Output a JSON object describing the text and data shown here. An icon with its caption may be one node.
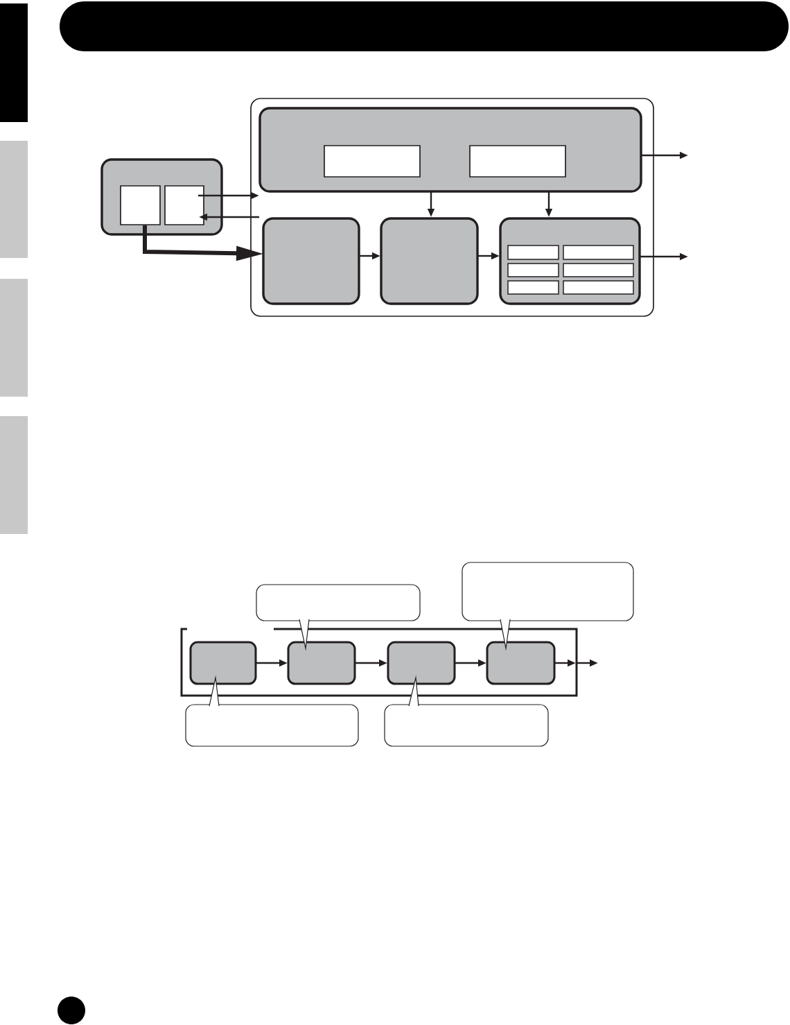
{
  "diagram": {
    "nodes": [
      {
        "text": [],
        "shape": "box"
      },
      {
        "text": [],
        "shape": "box",
        "in": 0
      },
      {
        "text": [],
        "shape": "box",
        "in": 0
      },
      {
        "text": [],
        "shape": "box"
      },
      {
        "text": [],
        "shape": "box",
        "in": 3
      },
      {
        "text": [],
        "shape": "box",
        "in": 4
      },
      {
        "text": [],
        "shape": "box",
        "in": 4
      },
      {
        "text": [],
        "shape": "box",
        "in": 3
      },
      {
        "text": [],
        "shape": "box",
        "in": 3
      },
      {
        "text": [],
        "shape": "box",
        "in": 3
      },
      {
        "text": [],
        "shape": "box",
        "in": 9
      },
      {
        "text": [],
        "shape": "box",
        "in": 9
      },
      {
        "text": [],
        "shape": "box",
        "in": 9
      },
      {
        "text": [],
        "shape": "box",
        "in": 9
      },
      {
        "text": [],
        "shape": "box",
        "in": 9
      },
      {
        "text": [],
        "shape": "box",
        "in": 9
      },
      {
        "text": [],
        "shape": "callout"
      },
      {
        "text": [],
        "shape": "callout"
      },
      {
        "text": [],
        "shape": "bracket"
      },
      {
        "text": [],
        "shape": "box",
        "in": 18
      },
      {
        "text": [],
        "shape": "box",
        "in": 18
      },
      {
        "text": [],
        "shape": "box",
        "in": 18
      },
      {
        "text": [],
        "shape": "box",
        "in": 18
      },
      {
        "text": [],
        "shape": "callout"
      },
      {
        "text": [],
        "shape": "callout"
      },
      {
        "text": [],
        "shape": "bar"
      },
      {
        "text": [],
        "shape": "tab"
      },
      {
        "text": [],
        "shape": "tab"
      },
      {
        "text": [],
        "shape": "tab"
      },
      {
        "text": [],
        "shape": "tab"
      }
    ],
    "edges": [
      {
        "from": 2,
        "to": 3,
        "arrow": "to"
      },
      {
        "from": 3,
        "to": 2,
        "arrow": "to"
      },
      {
        "from": 1,
        "to": 7,
        "arrow": "to",
        "style": "thick"
      },
      {
        "from": 4,
        "to": 8,
        "arrow": "to"
      },
      {
        "from": 4,
        "to": 9,
        "arrow": "to"
      },
      {
        "from": 7,
        "to": 8,
        "arrow": "to"
      },
      {
        "from": 8,
        "to": 9,
        "arrow": "to"
      },
      {
        "from": 4,
        "to": null,
        "arrow": "to"
      },
      {
        "from": 9,
        "to": null,
        "arrow": "to"
      },
      {
        "from": 19,
        "to": 20,
        "arrow": "to"
      },
      {
        "from": 20,
        "to": 21,
        "arrow": "to"
      },
      {
        "from": 21,
        "to": 22,
        "arrow": "to"
      },
      {
        "from": 22,
        "to": 18,
        "arrow": "to"
      },
      {
        "from": 18,
        "to": null,
        "arrow": "to"
      },
      {
        "from": 16,
        "to": 20,
        "arrow": "none"
      },
      {
        "from": 17,
        "to": 22,
        "arrow": "none"
      },
      {
        "from": 23,
        "to": 19,
        "arrow": "none"
      },
      {
        "from": 24,
        "to": 21,
        "arrow": "none"
      }
    ]
  }
}
